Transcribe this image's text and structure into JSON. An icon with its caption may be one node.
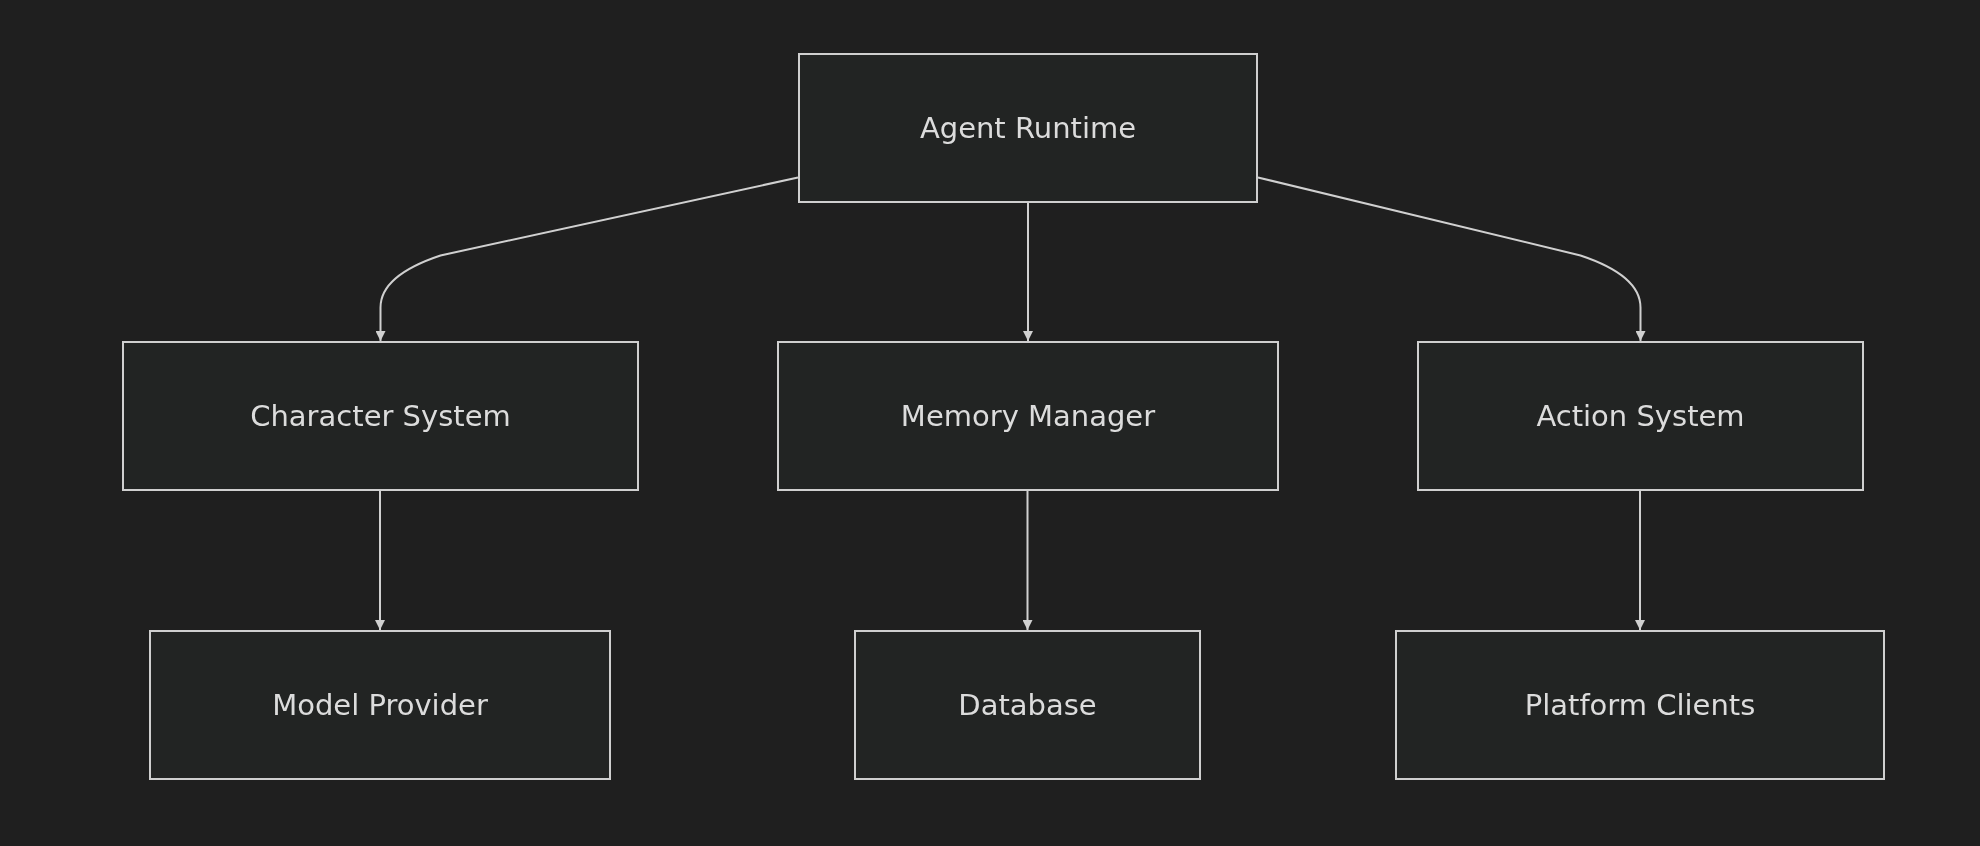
{
  "diagram": {
    "nodes": [
      {
        "text": [
          "Agent Runtime"
        ]
      },
      {
        "text": [
          "Character System"
        ]
      },
      {
        "text": [
          "Memory Manager"
        ]
      },
      {
        "text": [
          "Action System"
        ]
      },
      {
        "text": [
          "Model Provider"
        ]
      },
      {
        "text": [
          "Database"
        ]
      },
      {
        "text": [
          "Platform Clients"
        ]
      }
    ],
    "edges": [
      {
        "from": 0,
        "to": 1,
        "arrow": "to"
      },
      {
        "from": 0,
        "to": 2,
        "arrow": "to"
      },
      {
        "from": 0,
        "to": 3,
        "arrow": "to"
      },
      {
        "from": 1,
        "to": 4,
        "arrow": "to"
      },
      {
        "from": 2,
        "to": 5,
        "arrow": "to"
      },
      {
        "from": 3,
        "to": 6,
        "arrow": "to"
      }
    ]
  }
}
